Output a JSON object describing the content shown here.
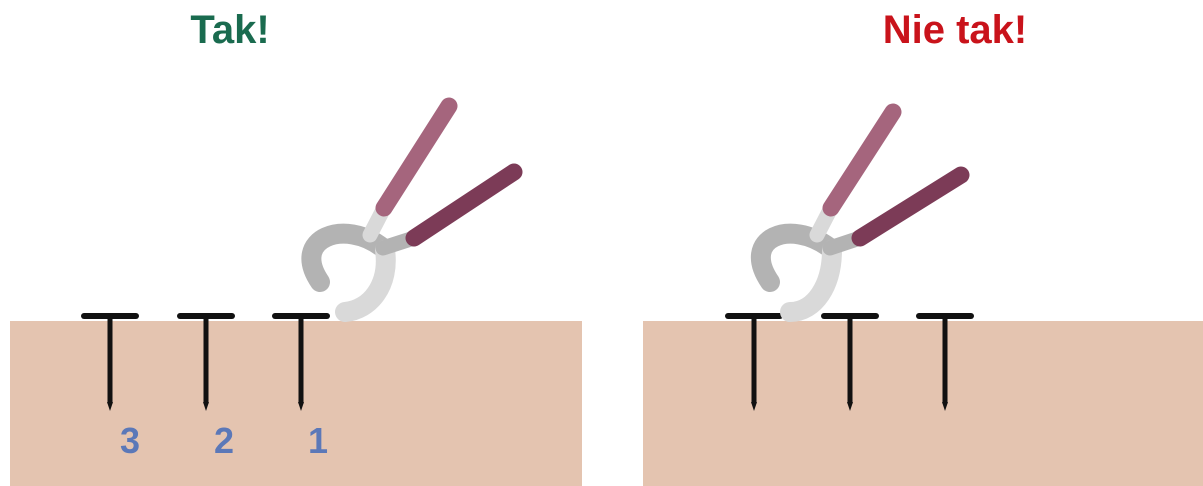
{
  "panels": {
    "left": {
      "title": "Tak!",
      "title_color": "#1a6b4f",
      "numbers": [
        "3",
        "2",
        "1"
      ]
    },
    "right": {
      "title": "Nie tak!",
      "title_color": "#c9131b"
    }
  },
  "colors": {
    "skin": "#e4c4b0",
    "nail": "#111111",
    "number": "#5b78b8",
    "jaw_dark": "#b3b3b3",
    "jaw_light": "#d9d9d9",
    "handle_light": "#a5657d",
    "handle_dark": "#7c3b57"
  },
  "icons": {
    "tool": "pliers-icon",
    "nail": "nail-icon"
  }
}
